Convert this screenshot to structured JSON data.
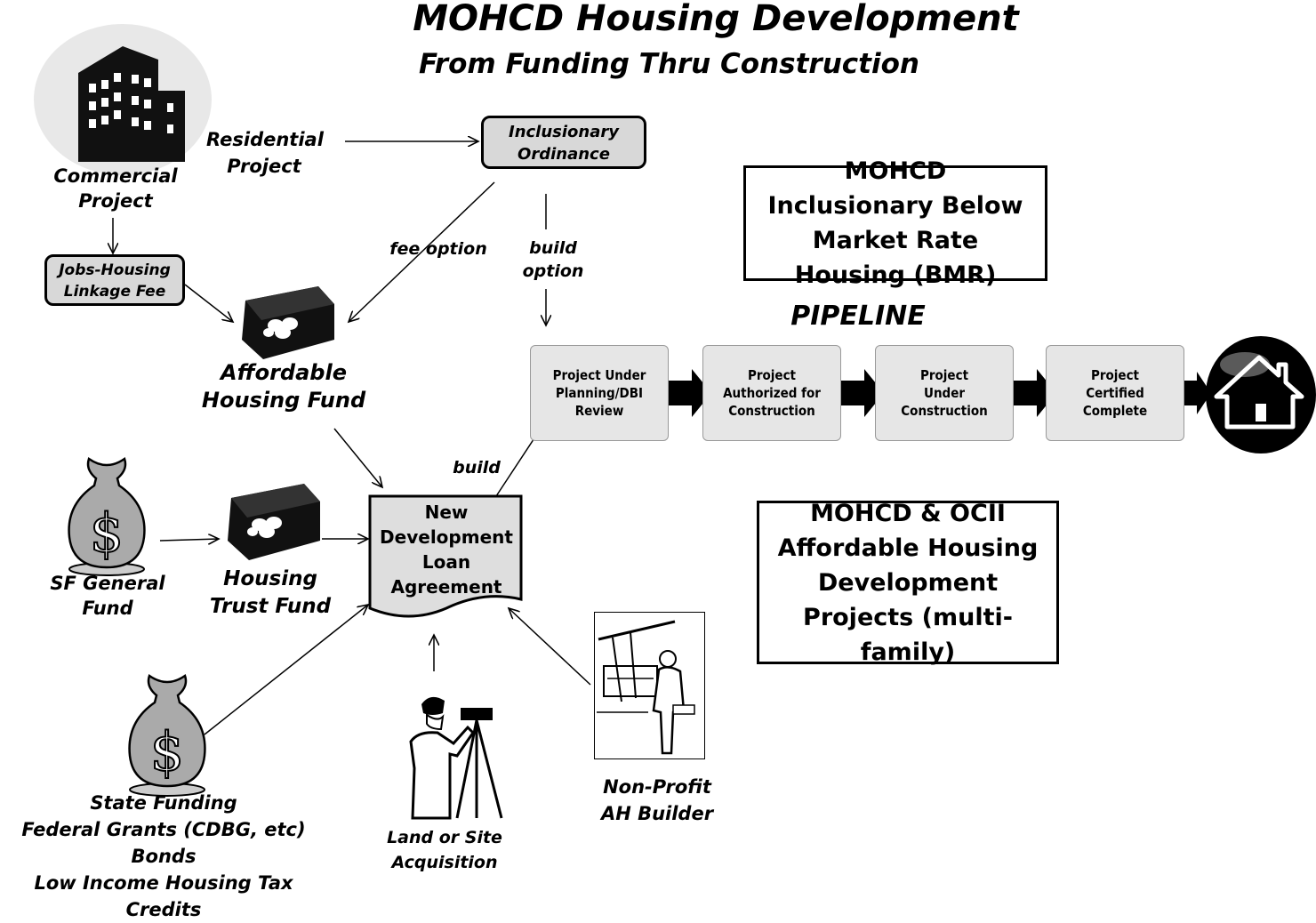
{
  "title": "MOHCD Housing Development",
  "subtitle": "From Funding Thru Construction",
  "nodes": {
    "commercial_project": "Commercial Project",
    "residential_project": "Residential Project",
    "inclusionary_ordinance": "Inclusionary Ordinance",
    "jobs_housing_linkage_fee": "Jobs-Housing Linkage Fee",
    "affordable_housing_fund": "Affordable Housing Fund",
    "sf_general_fund": "SF General Fund",
    "housing_trust_fund": "Housing Trust Fund",
    "new_development_loan_agreement": "New Development Loan Agreement",
    "state_funding": "State Funding",
    "federal_grants": "Federal Grants (CDBG, etc)",
    "bonds": "Bonds",
    "lihtc": "Low Income Housing Tax Credits",
    "land_acquisition": "Land or Site Acquisition",
    "non_profit_builder": "Non-Profit AH Builder"
  },
  "edge_labels": {
    "fee_option": "fee option",
    "build_option": "build option",
    "build": "build"
  },
  "boxes": {
    "bmr": "MOHCD Inclusionary Below Market Rate Housing (BMR)",
    "ocii": "MOHCD & OCII Affordable Housing Development Projects (multi-family)"
  },
  "pipeline": {
    "label": "PIPELINE",
    "stages": [
      "Project Under Planning/DBI Review",
      "Project Authorized for Construction",
      "Project Under Construction",
      "Project Certified Complete"
    ]
  }
}
